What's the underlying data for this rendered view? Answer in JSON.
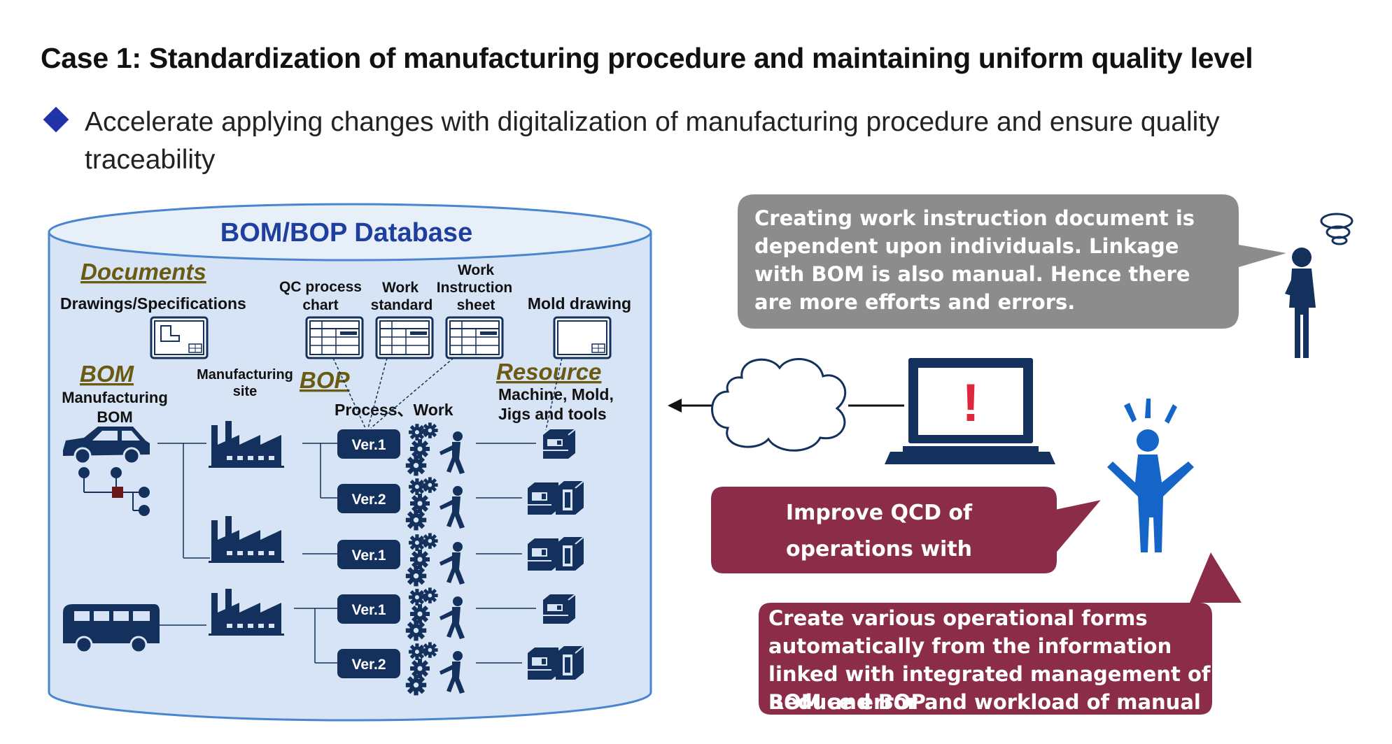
{
  "title": "Case 1: Standardization of manufacturing procedure and maintaining uniform quality level",
  "subtitle": "Accelerate applying changes with digitalization of manufacturing procedure and ensure quality traceability",
  "database": {
    "title": "BOM/BOP Database",
    "documents_heading": "Documents",
    "drawings_label": "Drawings/Specifications",
    "qc_label_1": "QC process",
    "qc_label_2": "chart",
    "work_std_label_1": "Work",
    "work_std_label_2": "standard",
    "work_instr_label_1": "Work",
    "work_instr_label_2": "Instruction",
    "work_instr_label_3": "sheet",
    "mold_label": "Mold drawing",
    "bom_heading": "BOM",
    "mfg_bom_label_1": "Manufacturing",
    "mfg_bom_label_2": "BOM",
    "mfg_site_label_1": "Manufacturing",
    "mfg_site_label_2": "site",
    "bop_heading": "BOP",
    "process_label": "Process、Work",
    "resource_heading": "Resource",
    "resource_label_1": "Machine, Mold,",
    "resource_label_2": "Jigs and tools",
    "versions": [
      "Ver.1",
      "Ver.2",
      "Ver.1",
      "Ver.1",
      "Ver.2"
    ]
  },
  "bubbles": {
    "problem": "Creating work instruction document is dependent upon individuals. Linkage with BOM is also manual. Hence there are more efforts and errors.",
    "improve": "Improve QCD of operations with digitalization of BOP",
    "create_1": "Create various operational forms automatically from the information linked with integrated management of BOM and BOP",
    "create_2": "Reduce error and workload of manual operations"
  },
  "laptop_alert": "!",
  "colors": {
    "navy": "#13315c",
    "db_fill": "#d6e4f5",
    "db_stroke": "#4a86d0",
    "db_title": "#1f3fa0",
    "heading_olive": "#6b5a12",
    "bubble_gray": "#8c8c8c",
    "bubble_red": "#8b2d48",
    "person_blue": "#1565c8",
    "alert_red": "#e0283c"
  }
}
